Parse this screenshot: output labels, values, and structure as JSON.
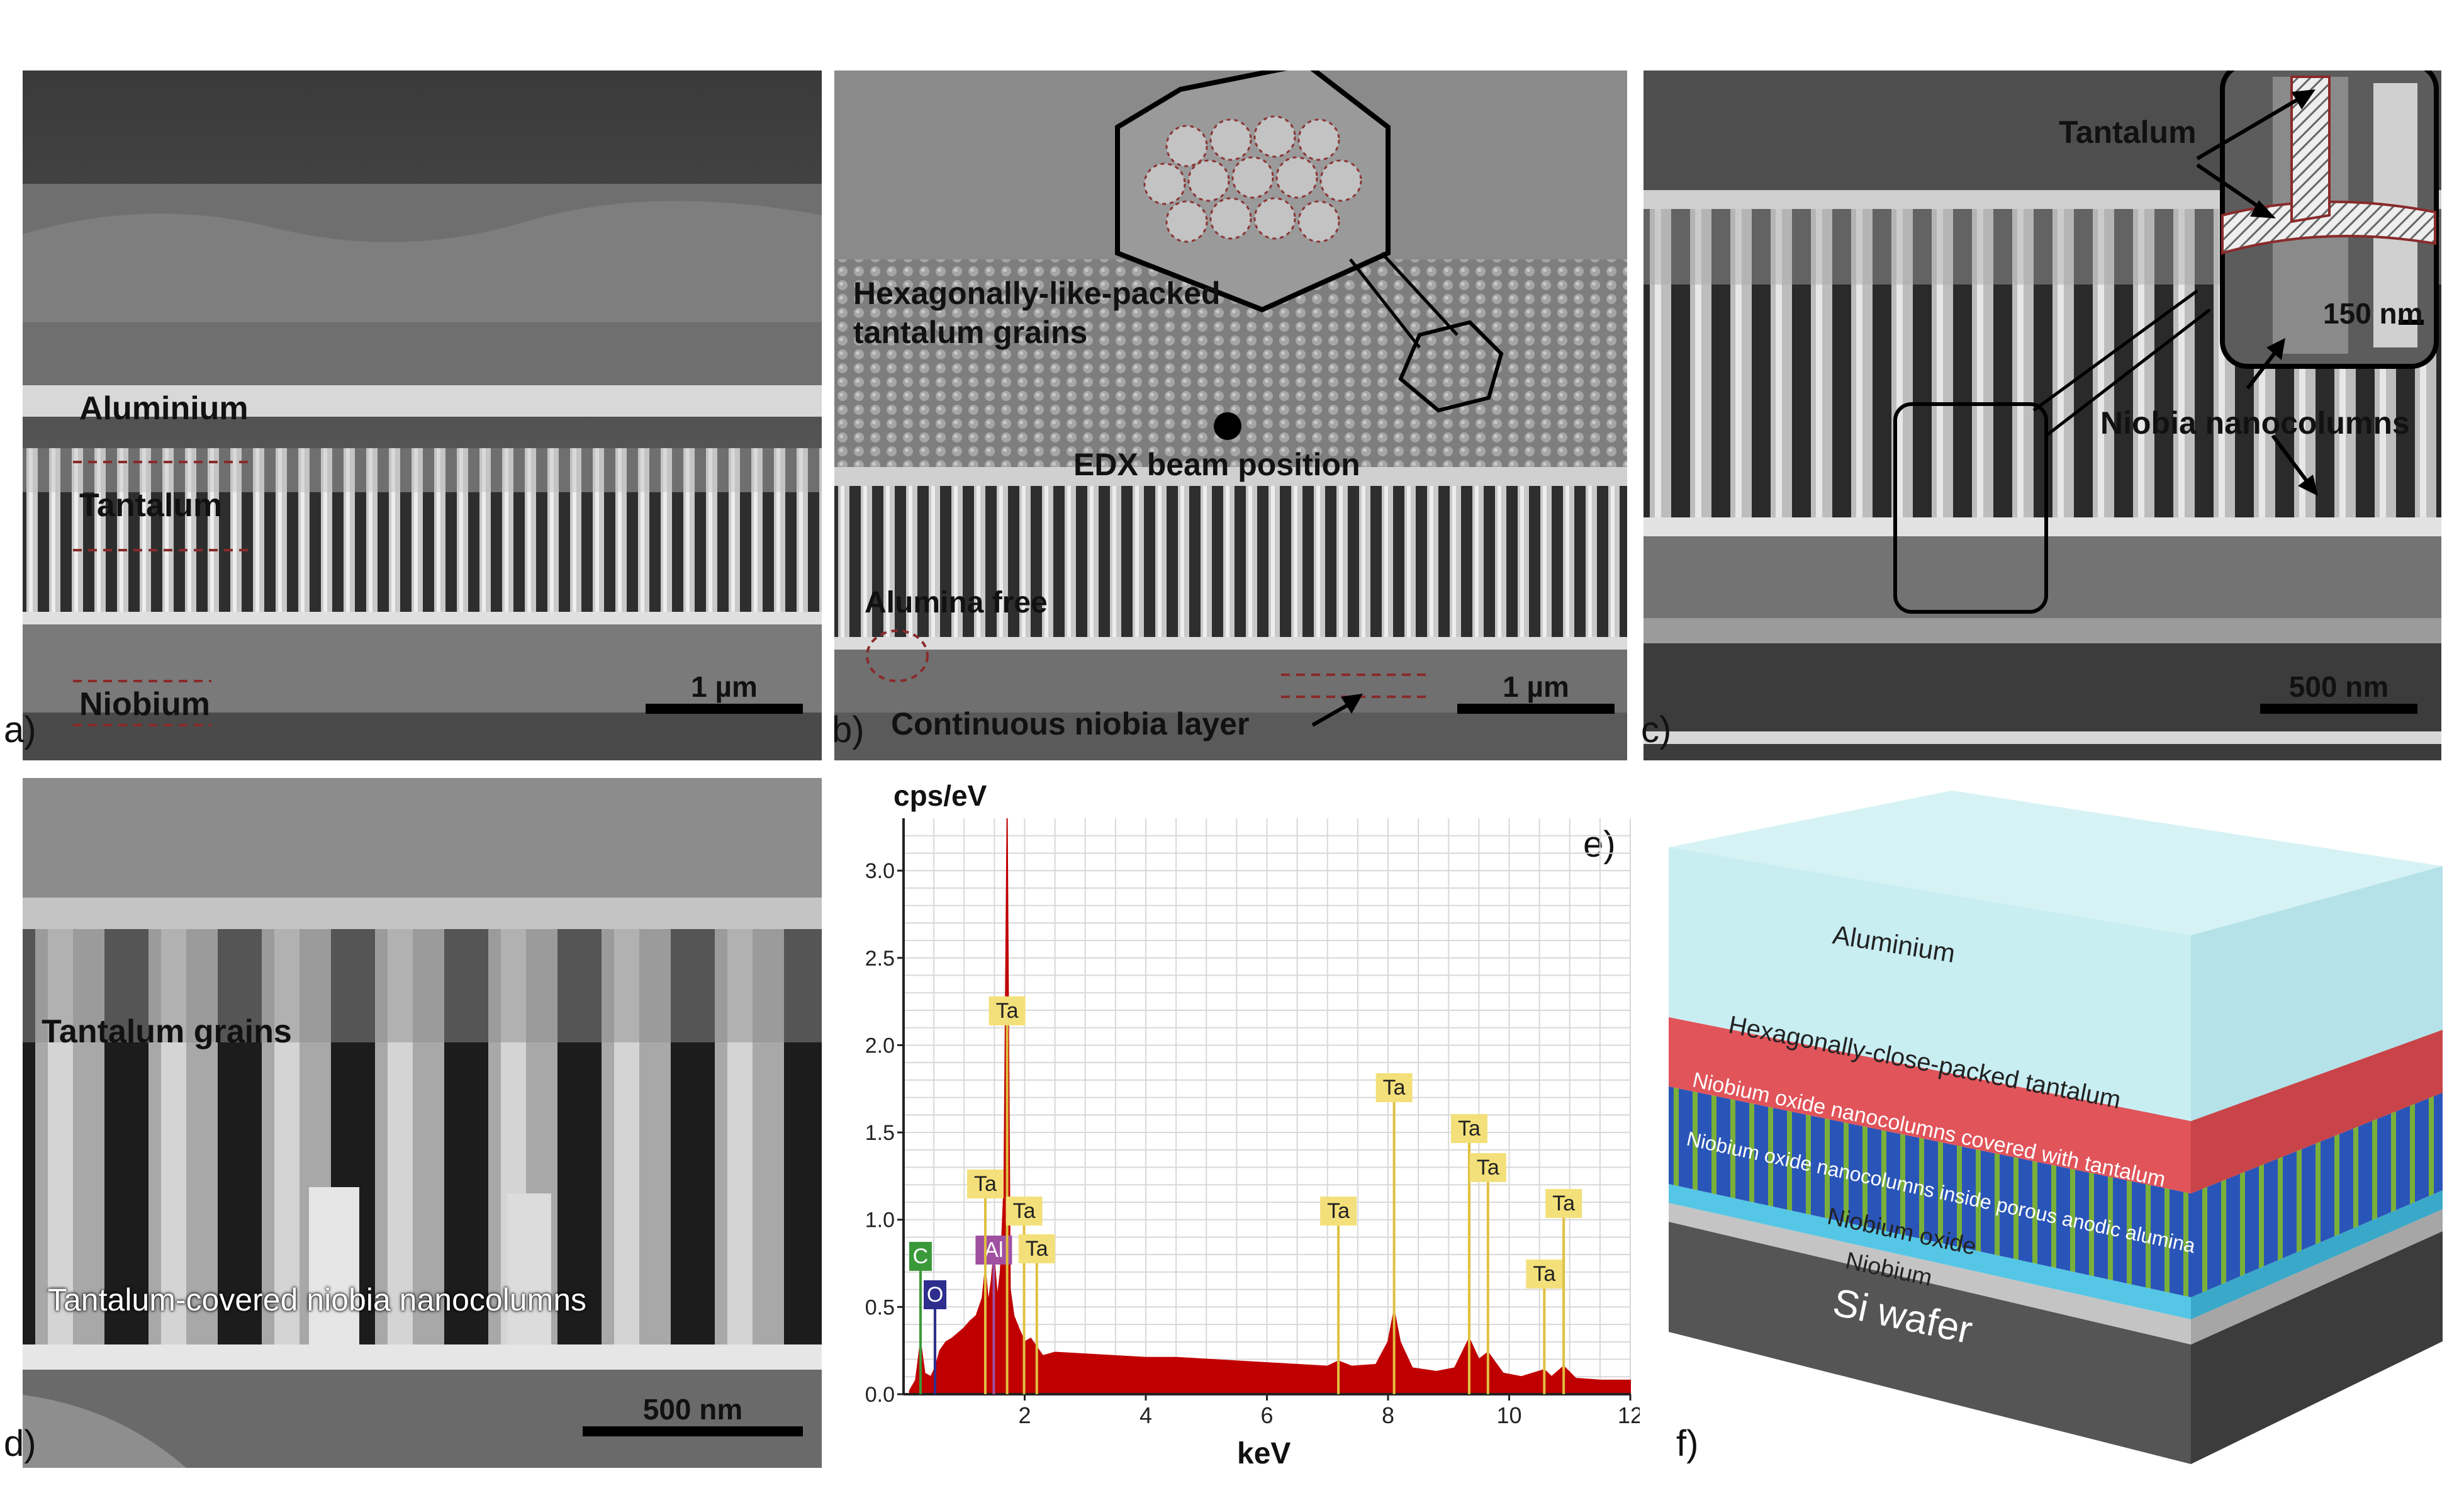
{
  "panels": {
    "a": {
      "tag": "a)",
      "labels": {
        "aluminium": "Aluminium",
        "tantalum": "Tantalum",
        "niobium": "Niobium"
      },
      "scale": "1 µm"
    },
    "b": {
      "tag": "b)",
      "labels": {
        "hex1": "Hexagonally-like-packed",
        "hex2": "tantalum grains",
        "edx": "EDX beam position",
        "alumina_free": "Alumina free",
        "continuous": "Continuous niobia layer"
      },
      "scale": "1 µm"
    },
    "c": {
      "tag": "c)",
      "labels": {
        "tantalum": "Tantalum",
        "niobia": "Niobia nanocolumns"
      },
      "inset_scale": "150 nm",
      "scale": "500 nm"
    },
    "d": {
      "tag": "d)",
      "labels": {
        "grains": "Tantalum grains",
        "covered": "Tantalum-covered niobia nanocolumns"
      },
      "scale": "500 nm"
    },
    "e": {
      "tag": "e)",
      "ylabel": "cps/eV",
      "xlabel": "keV",
      "yticks": [
        "0.0",
        "0.5",
        "1.0",
        "1.5",
        "2.0",
        "2.5",
        "3.0"
      ],
      "xticks": [
        "2",
        "4",
        "6",
        "8",
        "10",
        "12"
      ]
    },
    "f": {
      "tag": "f)",
      "layers": {
        "aluminium": "Aluminium",
        "hcp": "Hexagonally-close-packed tantalum",
        "covered": "Niobium oxide nanocolumns covered with tantalum",
        "inside": "Niobium oxide nanocolumns inside porous anodic alumina",
        "oxide": "Niobium oxide",
        "niobium": "Niobium",
        "si": "Si wafer"
      }
    }
  },
  "chart_data": {
    "type": "line",
    "title": "",
    "xlabel": "keV",
    "ylabel": "cps/eV",
    "xlim": [
      0,
      12
    ],
    "ylim": [
      0,
      3.3
    ],
    "grid": true,
    "spectrum": {
      "x": [
        0.1,
        0.2,
        0.28,
        0.35,
        0.45,
        0.52,
        0.6,
        0.7,
        0.8,
        0.9,
        1.0,
        1.1,
        1.2,
        1.3,
        1.35,
        1.4,
        1.45,
        1.49,
        1.55,
        1.6,
        1.66,
        1.71,
        1.76,
        1.82,
        1.9,
        2.0,
        2.1,
        2.2,
        2.3,
        2.5,
        3.0,
        3.5,
        4.0,
        4.5,
        5.0,
        5.5,
        6.0,
        6.5,
        7.0,
        7.18,
        7.4,
        7.8,
        8.0,
        8.1,
        8.2,
        8.4,
        8.8,
        9.1,
        9.34,
        9.5,
        9.65,
        9.9,
        10.2,
        10.58,
        10.7,
        10.9,
        11.1,
        11.5,
        12.0
      ],
      "y": [
        0.02,
        0.08,
        0.3,
        0.12,
        0.1,
        0.15,
        0.25,
        0.3,
        0.32,
        0.35,
        0.38,
        0.42,
        0.45,
        0.55,
        0.72,
        0.52,
        0.65,
        0.8,
        0.55,
        0.7,
        1.2,
        3.3,
        0.6,
        0.45,
        0.38,
        0.3,
        0.32,
        0.27,
        0.22,
        0.24,
        0.23,
        0.22,
        0.21,
        0.21,
        0.2,
        0.19,
        0.18,
        0.17,
        0.16,
        0.19,
        0.16,
        0.17,
        0.3,
        0.48,
        0.3,
        0.15,
        0.13,
        0.15,
        0.32,
        0.2,
        0.24,
        0.12,
        0.1,
        0.14,
        0.1,
        0.16,
        0.09,
        0.08,
        0.08
      ]
    },
    "peaks": [
      {
        "label": "C",
        "x": 0.28,
        "color": "#3a9a3a"
      },
      {
        "label": "O",
        "x": 0.52,
        "color": "#2e2e8e"
      },
      {
        "label": "Al",
        "x": 1.49,
        "color": "#a050a0"
      },
      {
        "label": "Ta",
        "x": 1.71,
        "color": "#e0c040"
      },
      {
        "label": "Ta",
        "x": 1.35,
        "color": "#e0c040"
      },
      {
        "label": "Ta",
        "x": 1.99,
        "color": "#e0c040"
      },
      {
        "label": "Ta",
        "x": 2.2,
        "color": "#e0c040"
      },
      {
        "label": "Ta",
        "x": 7.18,
        "color": "#e0c040"
      },
      {
        "label": "Ta",
        "x": 8.1,
        "color": "#e0c040"
      },
      {
        "label": "Ta",
        "x": 9.34,
        "color": "#e0c040"
      },
      {
        "label": "Ta",
        "x": 9.65,
        "color": "#e0c040"
      },
      {
        "label": "Ta",
        "x": 10.58,
        "color": "#e0c040"
      },
      {
        "label": "Ta",
        "x": 10.9,
        "color": "#e0c040"
      }
    ],
    "colors": {
      "spectrum": "#c00000",
      "grid": "#d8d8d8"
    }
  }
}
